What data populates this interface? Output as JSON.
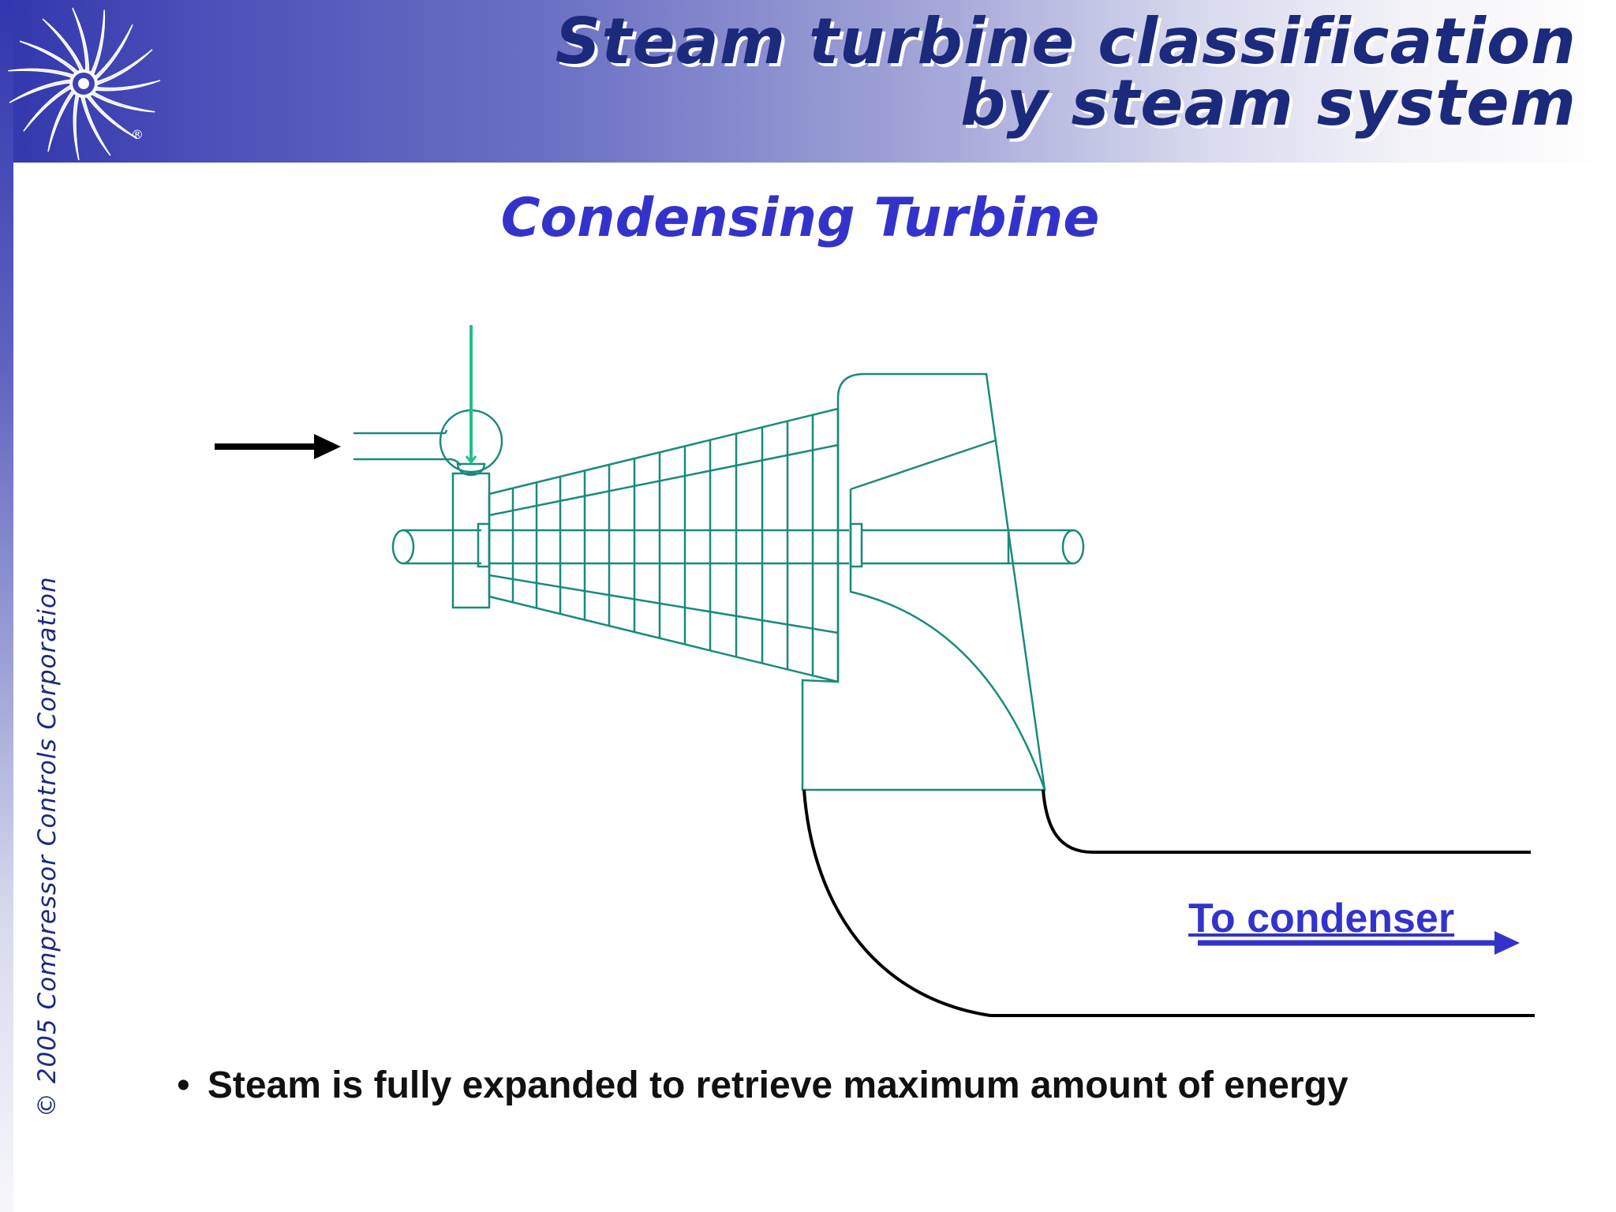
{
  "header": {
    "title_line1": "Steam turbine classification",
    "title_line2": "by steam system",
    "logo_registered_mark": "®"
  },
  "slide": {
    "subtitle": "Condensing Turbine",
    "copyright": "© 2005 Compressor Controls Corporation"
  },
  "diagram": {
    "condenser_label": "To condenser"
  },
  "bullets": [
    {
      "marker": "•",
      "text": "Steam is fully expanded to retrieve maximum amount of energy"
    }
  ],
  "colors": {
    "header_blue": "#3137ad",
    "title_navy": "#1c2a7d",
    "accent_blue": "#3333cc",
    "turbine_teal": "#1a8a7a",
    "steam_green": "#1fbf8c",
    "line_black": "#000000"
  }
}
